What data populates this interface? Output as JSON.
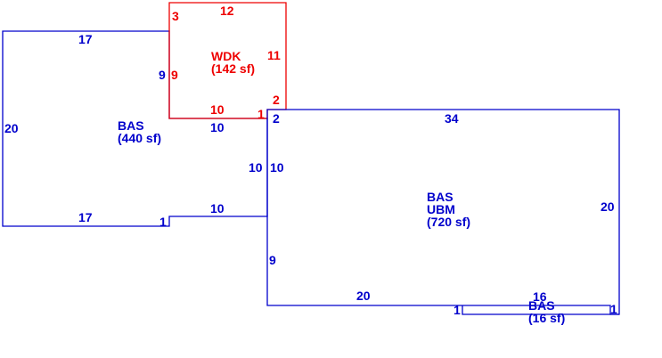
{
  "colors": {
    "blue": "#0000cc",
    "red": "#ee0000",
    "background": "#ffffff"
  },
  "areas": {
    "bas_left": {
      "code": "BAS",
      "size": "(440 sf)"
    },
    "wdk": {
      "code": "WDK",
      "size": "(142 sf)"
    },
    "bas_ubm": {
      "code": "BAS",
      "code2": "UBM",
      "size": "(720 sf)"
    },
    "bas_small": {
      "code": "BAS",
      "size": "(16 sf)"
    }
  },
  "dimensions": {
    "bas_left": {
      "top": "17",
      "left": "20",
      "bottom": "17",
      "right_upper": "9",
      "right_notch": "10",
      "bottom_step": "1",
      "lower_step": "10"
    },
    "wdk": {
      "top": "12",
      "left_top": "3",
      "left": "9",
      "right": "11",
      "right_small": "2",
      "bottom": "10",
      "bottom_small": "1"
    },
    "bas_ubm": {
      "top": "34",
      "corner": "2",
      "left_upper": "10",
      "left_upper_inner": "10",
      "right": "20",
      "left_lower": "9",
      "bottom": "20"
    },
    "bas_small": {
      "top": "16",
      "left": "1",
      "right": "1"
    }
  }
}
